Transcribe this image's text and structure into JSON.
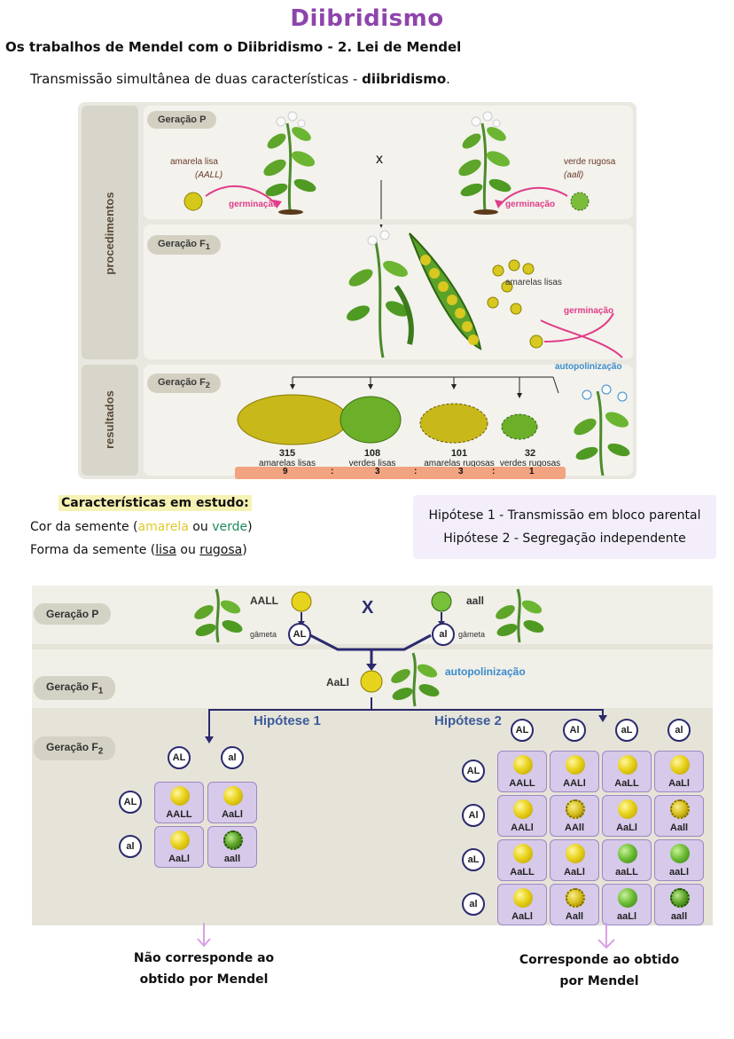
{
  "header": {
    "title": "Diibridismo",
    "subtitle": "Os trabalhos de Mendel com o Diibridismo - 2.  Lei de Mendel",
    "intro_text": "Transmissão simultânea de duas características - ",
    "intro_bold": "diibridismo",
    "intro_end": "."
  },
  "top_diagram": {
    "side_labels": {
      "procedures": "procedimentos",
      "results": "resultados"
    },
    "gen_p": "Geração P",
    "gen_f1": "Geração F",
    "gen_f2": "Geração F",
    "sub_1": "1",
    "sub_2": "2",
    "cross": "x",
    "parent_left": {
      "name": "amarela lisa",
      "genotype": "(AALL)"
    },
    "parent_right": {
      "name": "verde rugosa",
      "genotype": "(aall)"
    },
    "germination": "germinação",
    "f1_seeds": "amarelas lisas",
    "self_pollination": "autopolinização",
    "f2_counts": [
      {
        "count": "315",
        "label": "amarelas lisas",
        "ratio": "9"
      },
      {
        "count": "108",
        "label": "verdes lisas",
        "ratio": "3"
      },
      {
        "count": "101",
        "label": "amarelas rugosas",
        "ratio": "3"
      },
      {
        "count": "32",
        "label": "verdes rugosas",
        "ratio": "1"
      }
    ],
    "ratio_sep": ":"
  },
  "characteristics": {
    "heading": "Características em estudo:",
    "color_pre": "Cor da semente (",
    "color_a": "amarela",
    "color_or": " ou ",
    "color_b": "verde",
    "color_post": ")",
    "shape_pre": "Forma da semente (",
    "shape_a": "lisa",
    "shape_or": " ou ",
    "shape_b": "rugosa",
    "shape_post": ")",
    "hyp1": "Hipótese 1 - Transmissão em bloco parental",
    "hyp2": "Hipótese 2 - Segregação independente"
  },
  "bottom_diagram": {
    "gen_p": "Geração P",
    "gen_f1": "Geração F",
    "gen_f2": "Geração F",
    "sub_1": "1",
    "sub_2": "2",
    "parent_left": "AALL",
    "parent_right": "aall",
    "cross": "X",
    "gamete_label": "gâmeta",
    "gamete_left": "AL",
    "gamete_right": "al",
    "f1": "AaLl",
    "self_pollination": "autopolinização",
    "hyp1_label": "Hipótese 1",
    "hyp2_label": "Hipótese 2",
    "hyp1_gametes": [
      "AL",
      "al"
    ],
    "hyp1_cells": [
      [
        "AALL",
        "AaLl"
      ],
      [
        "AaLl",
        "aall"
      ]
    ],
    "hyp2_gametes": [
      "AL",
      "Al",
      "aL",
      "al"
    ],
    "hyp2_cells": [
      [
        "AALL",
        "AALl",
        "AaLL",
        "AaLl"
      ],
      [
        "AALl",
        "AAll",
        "AaLl",
        "Aall"
      ],
      [
        "AaLL",
        "AaLl",
        "aaLL",
        "aaLl"
      ],
      [
        "AaLl",
        "Aall",
        "aaLl",
        "aall"
      ]
    ],
    "conclusion_left_1": "Não corresponde ao",
    "conclusion_left_2": "obtido por Mendel",
    "conclusion_right_1": "Corresponde ao obtido",
    "conclusion_right_2": "por Mendel"
  }
}
